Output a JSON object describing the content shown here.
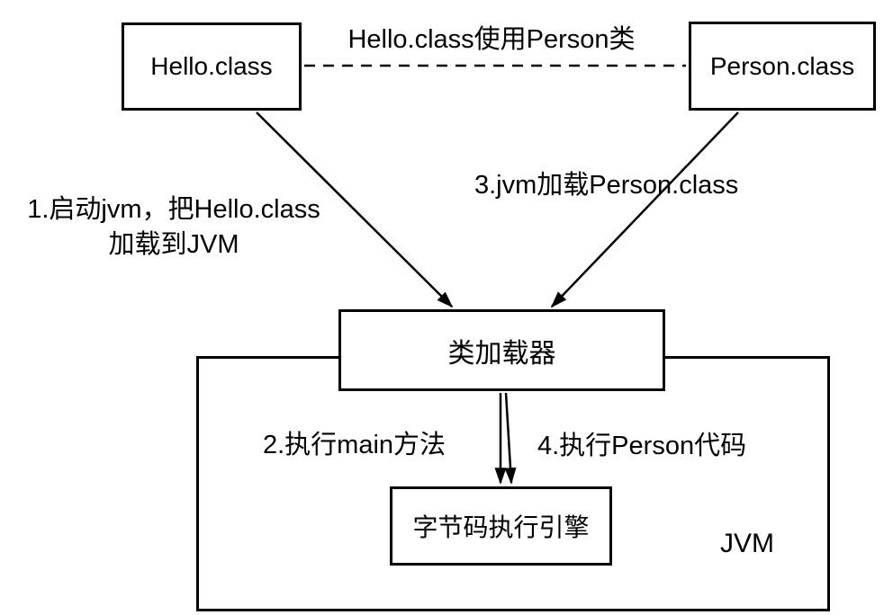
{
  "diagram": {
    "title_relation": "Hello.class使用Person类",
    "boxes": {
      "hello": {
        "label": "Hello.class"
      },
      "person": {
        "label": "Person.class"
      },
      "loader": {
        "label": "类加载器"
      },
      "engine": {
        "label": "字节码执行引擎"
      },
      "jvm": {
        "label": "JVM"
      }
    },
    "steps": {
      "step1_line1": "1.启动jvm，把Hello.class",
      "step1_line2": "加载到JVM",
      "step2": "2.执行main方法",
      "step3": "3.jvm加载Person.class",
      "step4": "4.执行Person代码"
    },
    "colors": {
      "line": "#000000",
      "background": "#ffffff",
      "box_fill": "#ffffff"
    }
  }
}
